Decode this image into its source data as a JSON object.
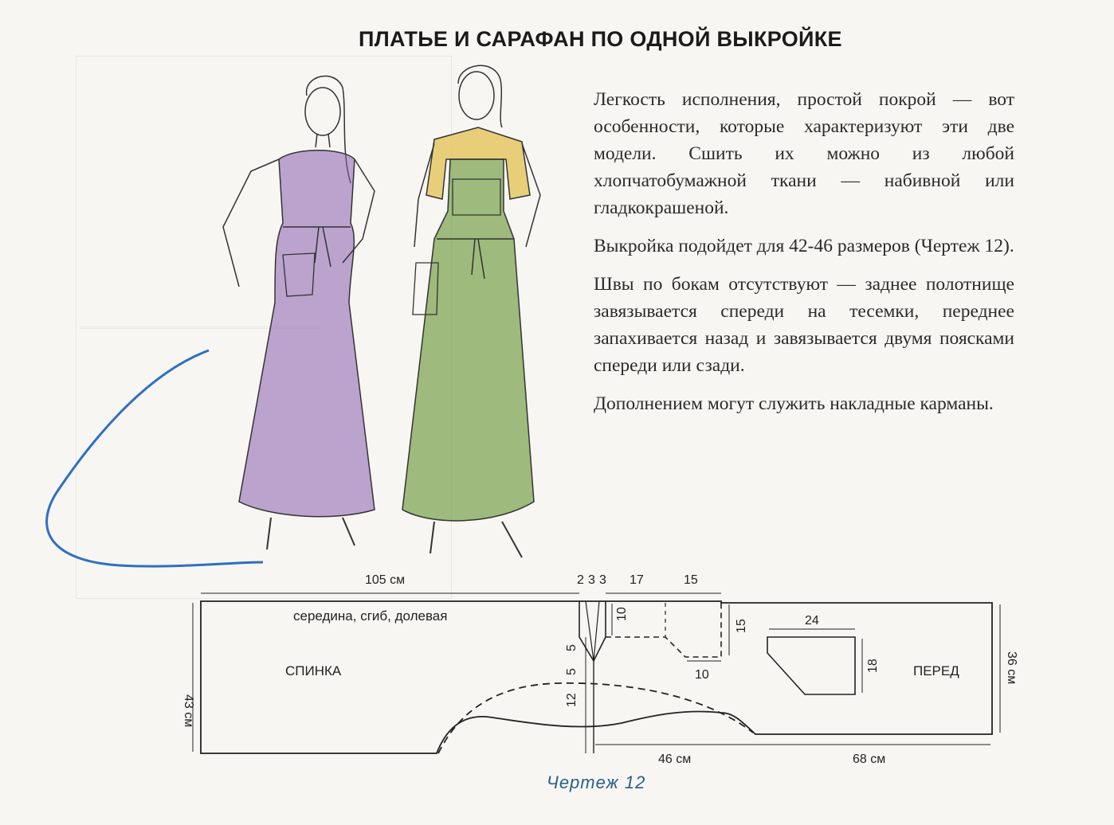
{
  "title": "ПЛАТЬЕ И САРАФАН ПО ОДНОЙ ВЫКРОЙКЕ",
  "paragraphs": [
    "Легкость исполнения, простой покрой — вот особенности, которые характеризуют эти две модели. Сшить их можно из любой хлопчатобумажной ткани — набивной или гладкокрашеной.",
    "Выкройка подойдет для 42-46 размеров (Чертеж 12).",
    "Швы по бокам отсутствуют — заднее полотнище завязывается спереди на тесемки, переднее запахивается назад и завязывается двумя поясками спереди или сзади.",
    "Дополнением могут служить накладные карманы."
  ],
  "pattern": {
    "labels": {
      "center": "середина, сгиб, долевая",
      "back": "СПИНКА",
      "front": "ПЕРЕД"
    },
    "dimensions": {
      "top_length": "105 см",
      "d2": "2",
      "d3a": "3",
      "d3b": "3",
      "d17": "17",
      "d15_top": "15",
      "d10_neck": "10",
      "d15_side": "15",
      "d10_bottom": "10",
      "d5a": "5",
      "d5b": "5",
      "d12": "12",
      "left_height": "43 см",
      "pocket_width": "24",
      "pocket_height": "18",
      "right_height": "36 см",
      "bottom_mid": "46 см",
      "bottom_right": "68 см"
    }
  },
  "caption": "Чертеж 12",
  "colors": {
    "dress_purple": "#8a5fb0",
    "sundress_green": "#6f9a3c",
    "blouse_yellow": "#e3c45a",
    "blue_arc": "#2f6fc0",
    "caption_blue": "#2b5d8c"
  }
}
